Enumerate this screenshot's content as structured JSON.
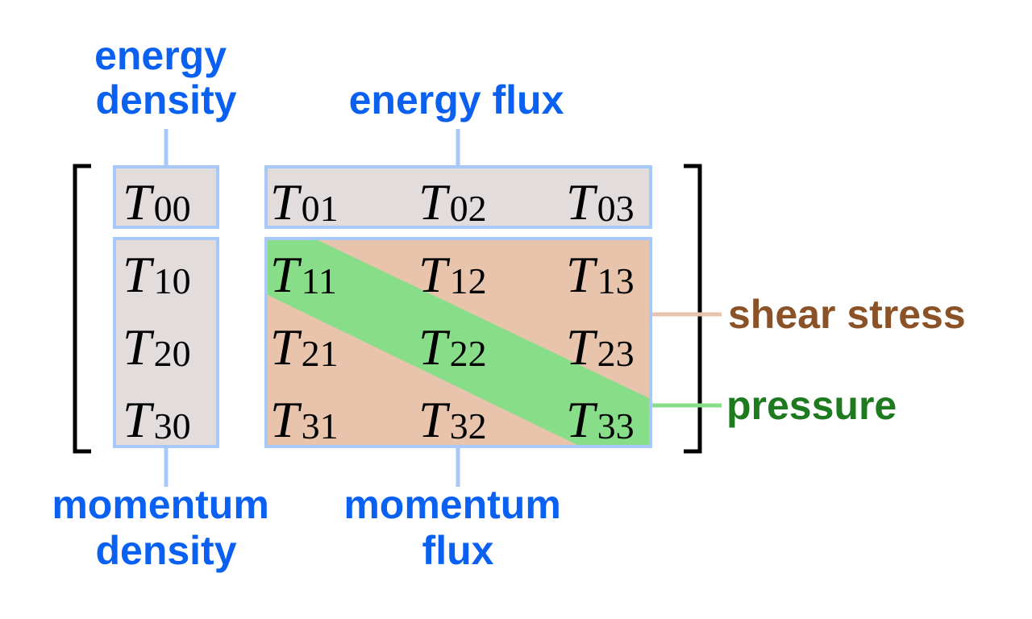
{
  "labels": {
    "energy_density": [
      "energy",
      "density"
    ],
    "energy_flux": [
      "energy flux"
    ],
    "momentum_density": [
      "momentum",
      "density"
    ],
    "momentum_flux": [
      "momentum",
      "flux"
    ],
    "shear_stress": "shear stress",
    "pressure": "pressure"
  },
  "matrix": [
    [
      {
        "base": "T",
        "sub": "00"
      },
      {
        "base": "T",
        "sub": "01"
      },
      {
        "base": "T",
        "sub": "02"
      },
      {
        "base": "T",
        "sub": "03"
      }
    ],
    [
      {
        "base": "T",
        "sub": "10"
      },
      {
        "base": "T",
        "sub": "11"
      },
      {
        "base": "T",
        "sub": "12"
      },
      {
        "base": "T",
        "sub": "13"
      }
    ],
    [
      {
        "base": "T",
        "sub": "20"
      },
      {
        "base": "T",
        "sub": "21"
      },
      {
        "base": "T",
        "sub": "22"
      },
      {
        "base": "T",
        "sub": "23"
      }
    ],
    [
      {
        "base": "T",
        "sub": "30"
      },
      {
        "base": "T",
        "sub": "31"
      },
      {
        "base": "T",
        "sub": "32"
      },
      {
        "base": "T",
        "sub": "33"
      }
    ]
  ],
  "colors": {
    "blue_label": "#0a60f0",
    "box_border": "#a8c8f8",
    "energy_box_fill": "#e2dcdc",
    "shear_fill": "#e8c4ac",
    "shear_text": "#8a5226",
    "shear_line": "#e8c4ac",
    "pressure_fill": "#88de88",
    "pressure_text": "#1e7a1e",
    "pressure_line": "#88de88",
    "bracket": "#000000"
  }
}
